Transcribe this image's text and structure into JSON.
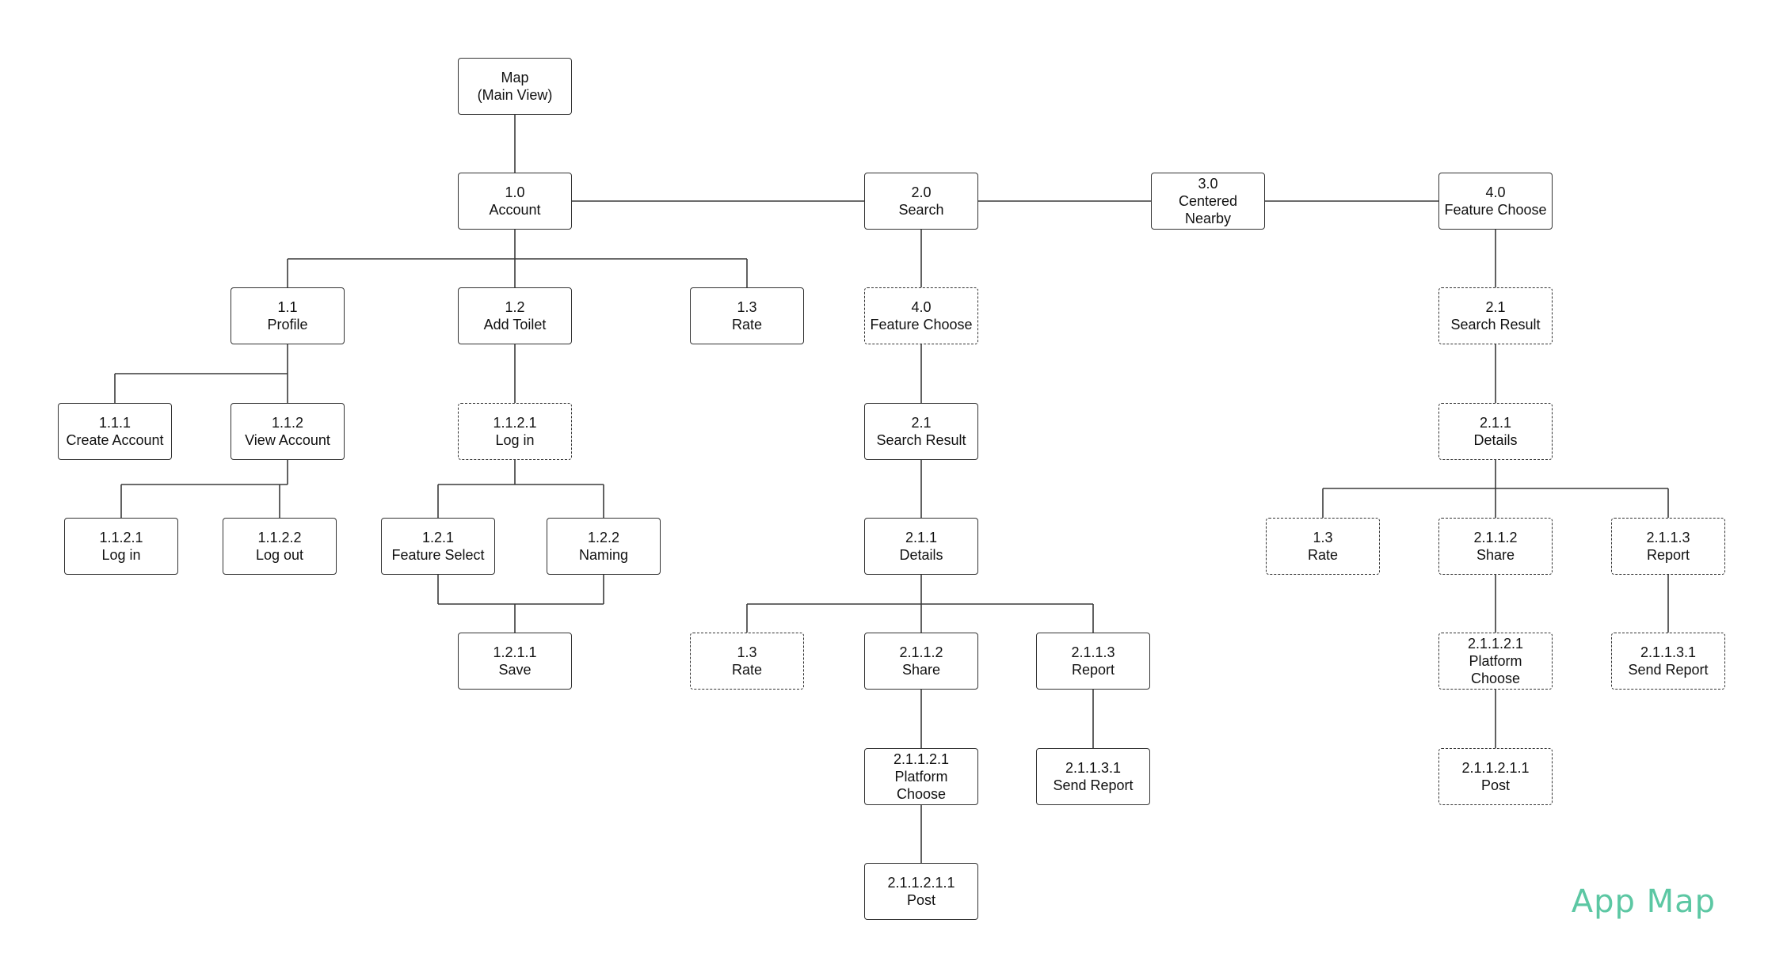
{
  "title": {
    "text": "App Map",
    "color": "#5CC7A3"
  },
  "nodes": {
    "map": {
      "lines": [
        "Map",
        "(Main View)"
      ],
      "style": "solid"
    },
    "acc": {
      "lines": [
        "1.0",
        "Account"
      ],
      "style": "solid"
    },
    "search": {
      "lines": [
        "2.0",
        "Search"
      ],
      "style": "solid"
    },
    "nearby": {
      "lines": [
        "3.0",
        "Centered",
        "Nearby"
      ],
      "style": "solid"
    },
    "fc": {
      "lines": [
        "4.0",
        "Feature Choose"
      ],
      "style": "solid"
    },
    "profile": {
      "lines": [
        "1.1",
        "Profile"
      ],
      "style": "solid"
    },
    "addtoilet": {
      "lines": [
        "1.2",
        "Add Toilet"
      ],
      "style": "solid"
    },
    "rate1": {
      "lines": [
        "1.3",
        "Rate"
      ],
      "style": "solid"
    },
    "fc2": {
      "lines": [
        "4.0",
        "Feature Choose"
      ],
      "style": "dashed"
    },
    "sr4": {
      "lines": [
        "2.1",
        "Search Result"
      ],
      "style": "dashed"
    },
    "create": {
      "lines": [
        "1.1.1",
        "Create Account"
      ],
      "style": "solid"
    },
    "viewacc": {
      "lines": [
        "1.1.2",
        "View Account"
      ],
      "style": "solid"
    },
    "login1121": {
      "lines": [
        "1.1.2.1",
        "Log in"
      ],
      "style": "dashed"
    },
    "sr2": {
      "lines": [
        "2.1",
        "Search Result"
      ],
      "style": "solid"
    },
    "det4": {
      "lines": [
        "2.1.1",
        "Details"
      ],
      "style": "dashed"
    },
    "login": {
      "lines": [
        "1.1.2.1",
        "Log in"
      ],
      "style": "solid"
    },
    "logout": {
      "lines": [
        "1.1.2.2",
        "Log out"
      ],
      "style": "solid"
    },
    "fselect": {
      "lines": [
        "1.2.1",
        "Feature Select"
      ],
      "style": "solid"
    },
    "naming": {
      "lines": [
        "1.2.2",
        "Naming"
      ],
      "style": "solid"
    },
    "det2": {
      "lines": [
        "2.1.1",
        "Details"
      ],
      "style": "solid"
    },
    "rate4": {
      "lines": [
        "1.3",
        "Rate"
      ],
      "style": "dashed"
    },
    "share4": {
      "lines": [
        "2.1.1.2",
        "Share"
      ],
      "style": "dashed"
    },
    "report4": {
      "lines": [
        "2.1.1.3",
        "Report"
      ],
      "style": "dashed"
    },
    "save": {
      "lines": [
        "1.2.1.1",
        "Save"
      ],
      "style": "solid"
    },
    "rate2": {
      "lines": [
        "1.3",
        "Rate"
      ],
      "style": "dashed"
    },
    "share2": {
      "lines": [
        "2.1.1.2",
        "Share"
      ],
      "style": "solid"
    },
    "report2": {
      "lines": [
        "2.1.1.3",
        "Report"
      ],
      "style": "solid"
    },
    "plat4": {
      "lines": [
        "2.1.1.2.1",
        "Platform",
        "Choose"
      ],
      "style": "dashed"
    },
    "sendrep4": {
      "lines": [
        "2.1.1.3.1",
        "Send Report"
      ],
      "style": "dashed"
    },
    "plat2": {
      "lines": [
        "2.1.1.2.1",
        "Platform",
        "Choose"
      ],
      "style": "solid"
    },
    "sendrep2": {
      "lines": [
        "2.1.1.3.1",
        "Send Report"
      ],
      "style": "solid"
    },
    "post4": {
      "lines": [
        "2.1.1.2.1.1",
        "Post"
      ],
      "style": "dashed"
    },
    "post2": {
      "lines": [
        "2.1.1.2.1.1",
        "Post"
      ],
      "style": "solid"
    }
  }
}
